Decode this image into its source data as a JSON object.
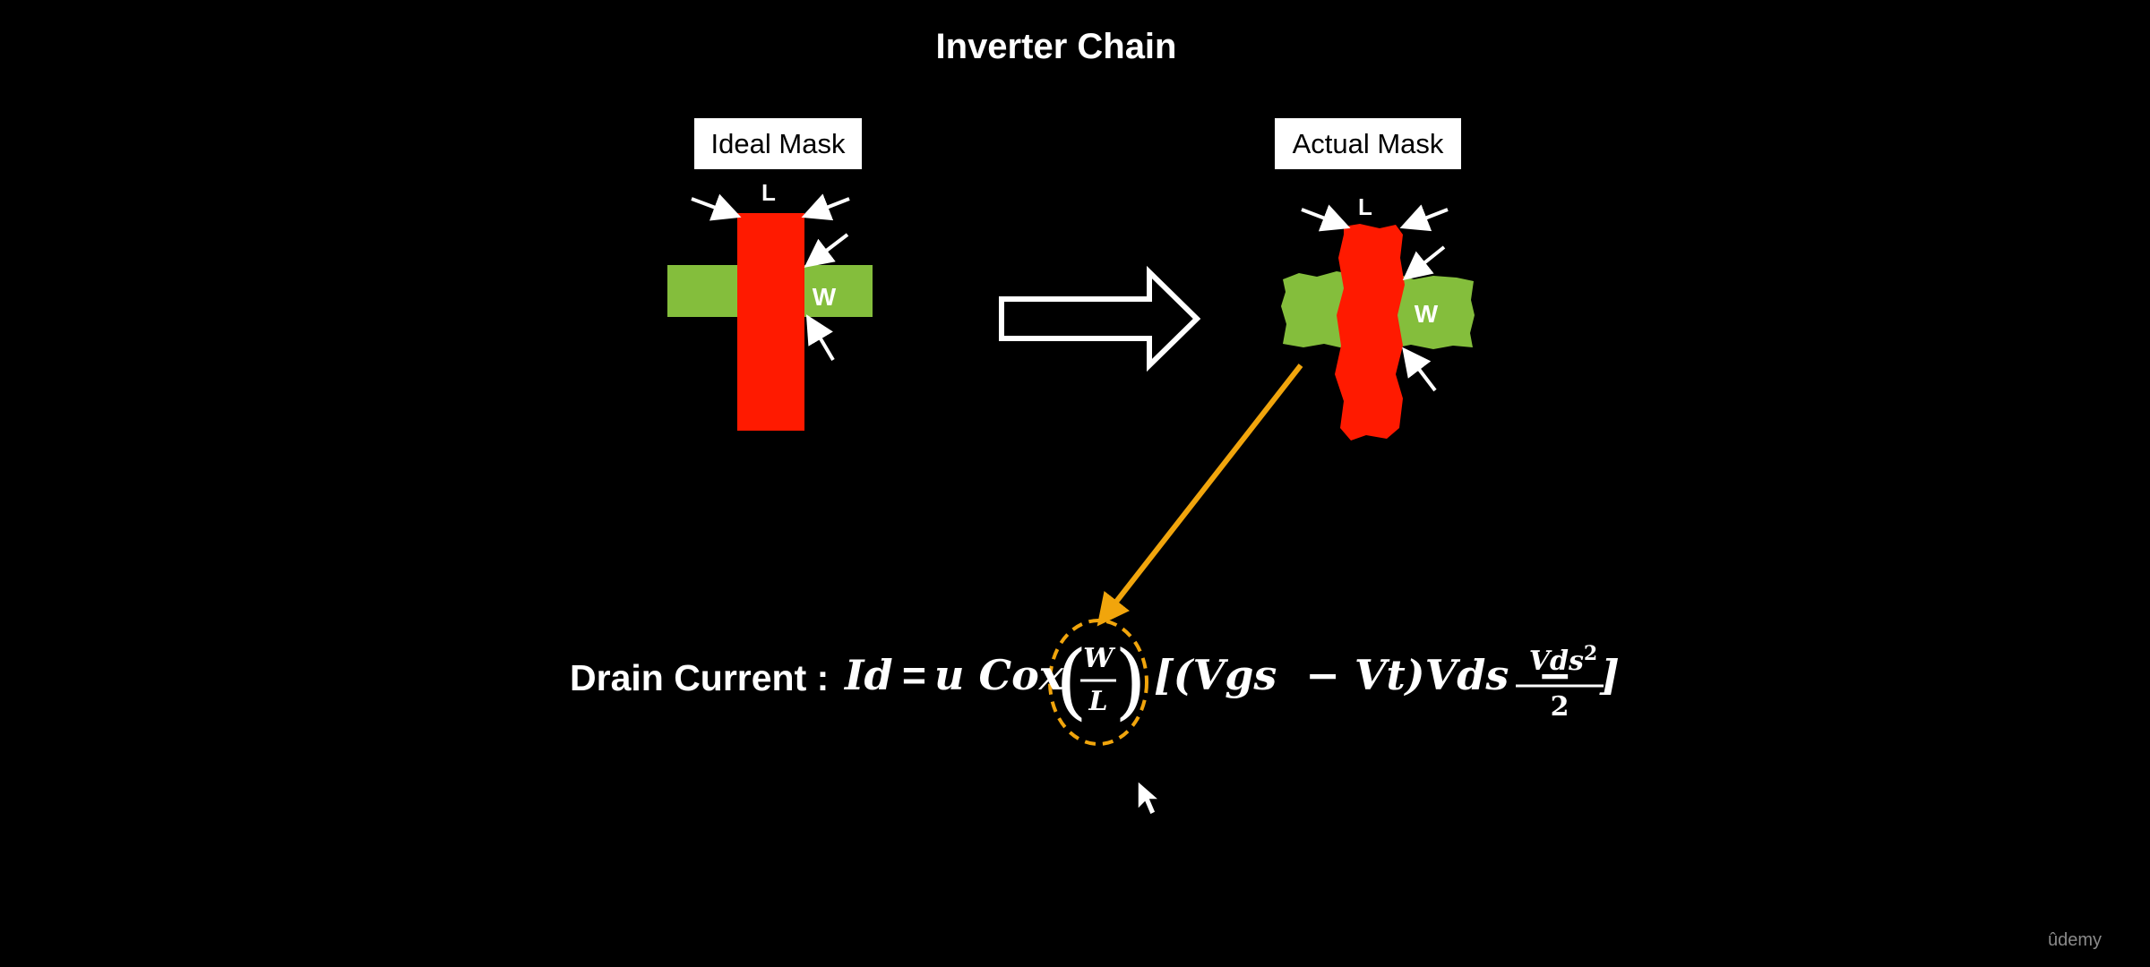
{
  "slide": {
    "title": "Inverter Chain"
  },
  "ideal_mask": {
    "label": "Ideal Mask",
    "length_label": "L",
    "width_label": "W"
  },
  "actual_mask": {
    "label": "Actual Mask",
    "length_label": "L",
    "width_label": "W"
  },
  "formula": {
    "label": "Drain Current :",
    "lhs": "Id",
    "equals": "=",
    "factor": "u Cox",
    "ratio_numerator": "W",
    "ratio_denominator": "L",
    "bracket_body": "[(Vgs  − Vt)Vds  −",
    "quad_numerator": "Vds",
    "quad_exponent": "2",
    "quad_denominator": "2",
    "closing_bracket": "]"
  },
  "branding": {
    "logo_text": "ûdemy"
  },
  "colors": {
    "gate": "#ff1a00",
    "diffusion": "#84be3c",
    "pointer": "#f1a50c",
    "background": "#000000"
  }
}
